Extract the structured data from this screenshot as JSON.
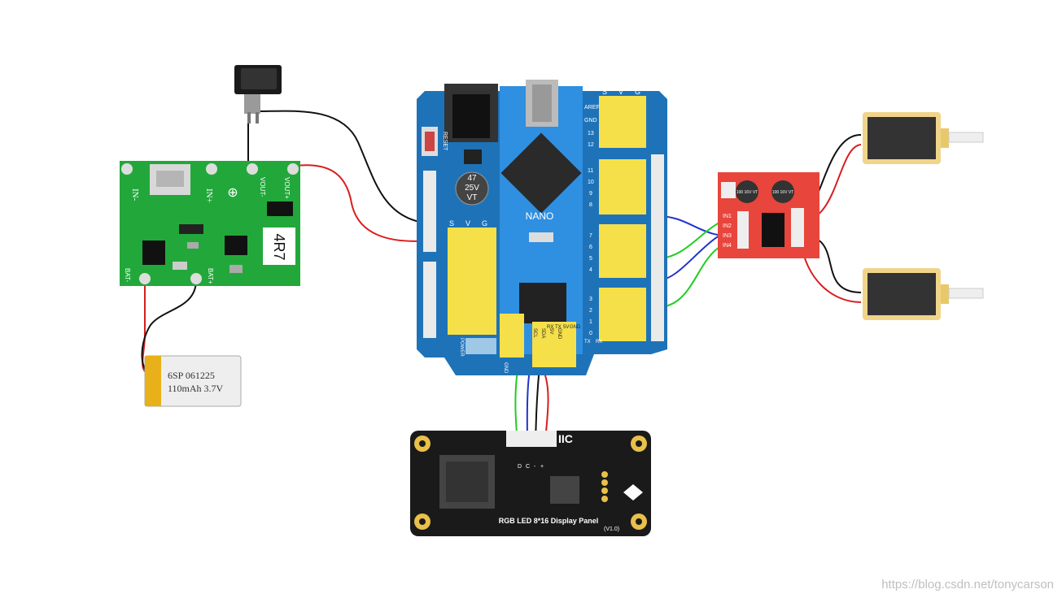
{
  "charger": {
    "label_in_minus": "IN-",
    "label_in_plus": "IN+",
    "label_out_minus": "VOUT-",
    "label_out_plus": "VOUT+",
    "label_bat_minus": "BAT-",
    "label_bat_plus": "BAT+",
    "inductor": "4R7",
    "color": "#22a83a"
  },
  "battery": {
    "line1": "6SP 061225",
    "line2": "110mAh 3.7V"
  },
  "nano": {
    "label": "NANO",
    "reset": "RESET",
    "cap_line1": "47",
    "cap_line2": "25V",
    "cap_line3": "VT",
    "color": "#1e73b8"
  },
  "shield": {
    "header_s": "S",
    "header_v": "V",
    "header_g": "G",
    "pins_top": [
      "AREF",
      "GND",
      "13",
      "12"
    ],
    "pins_mid1": [
      "11",
      "10",
      "9",
      "8"
    ],
    "pins_mid2": [
      "7",
      "6",
      "5",
      "4"
    ],
    "pins_bot": [
      "3",
      "2",
      "1",
      "0"
    ],
    "tx": "TX",
    "rx": "RX",
    "power": "POWER",
    "gnd": "GND",
    "iic_pins": [
      "SCL",
      "SDA",
      "5V",
      "GND"
    ],
    "uart_pins": [
      "RX",
      "TX",
      "5V",
      "GND"
    ]
  },
  "driver": {
    "in_labels": [
      "IN1",
      "IN2",
      "IN3",
      "IN4"
    ],
    "cap1": "100 16V VT",
    "cap2": "100 16V VT",
    "color": "#e8453c"
  },
  "display": {
    "title": "RGB LED 8*16 Display Panel",
    "version": "(V1.0)",
    "iic": "IIC",
    "pins": [
      "D",
      "C",
      "-",
      "+"
    ]
  },
  "watermark": "https://blog.csdn.net/tonycarson"
}
